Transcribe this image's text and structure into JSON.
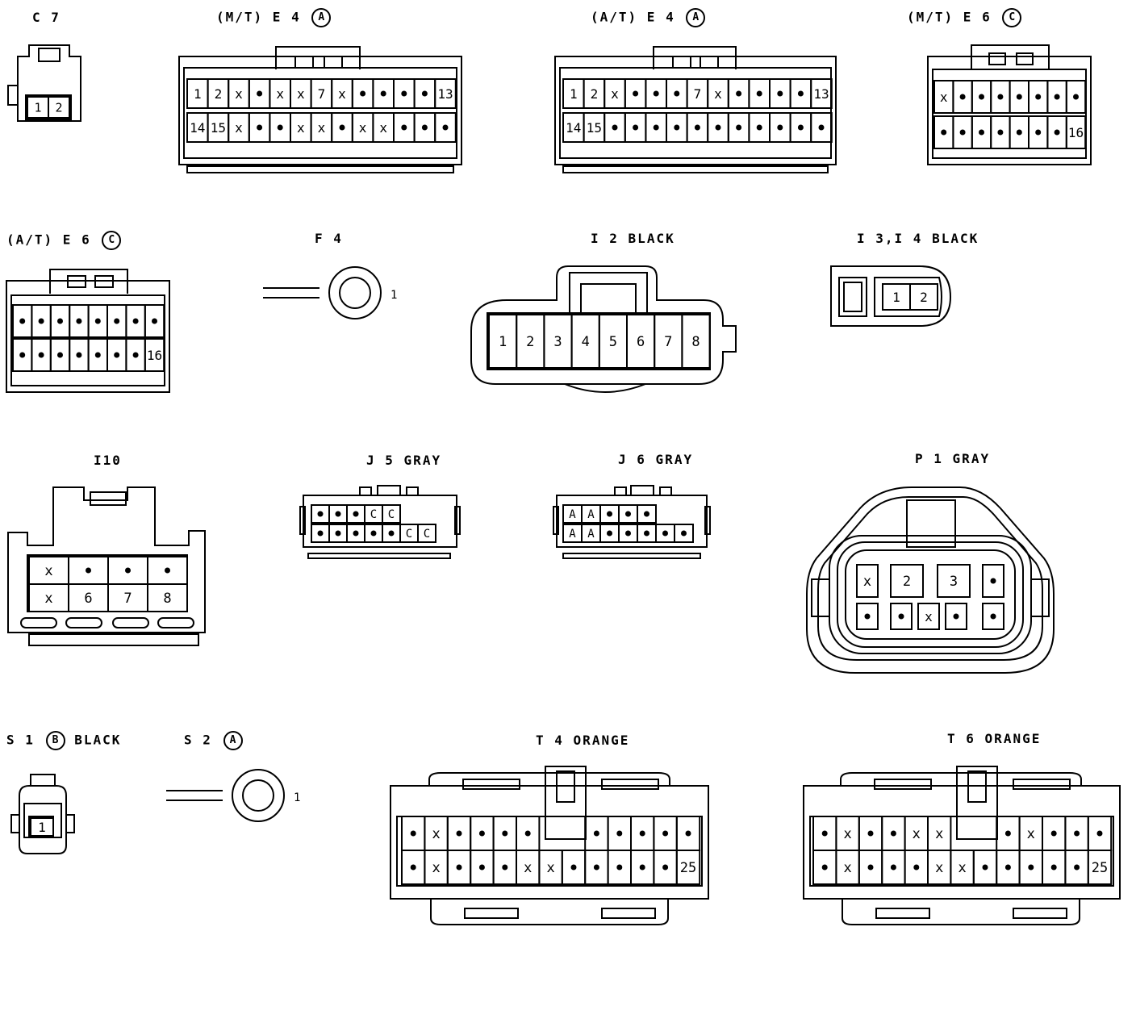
{
  "connectors": [
    {
      "id": "c7",
      "label": "C 7",
      "circle": "",
      "color": "",
      "cols": [
        [
          "1"
        ],
        [
          "2"
        ]
      ]
    },
    {
      "id": "e4mt",
      "label": "(M/T) E 4",
      "circle": "A",
      "color": "",
      "row1": [
        "1",
        "2",
        "x",
        "•",
        "x",
        "x",
        "7",
        "x",
        "•",
        "•",
        "•",
        "•",
        "13"
      ],
      "row2": [
        "14",
        "15",
        "x",
        "•",
        "•",
        "x",
        "x",
        "•",
        "x",
        "x",
        "•",
        "•",
        "•"
      ]
    },
    {
      "id": "e4at",
      "label": "(A/T) E 4",
      "circle": "A",
      "color": "",
      "row1": [
        "1",
        "2",
        "x",
        "•",
        "•",
        "•",
        "7",
        "x",
        "•",
        "•",
        "•",
        "•",
        "13"
      ],
      "row2": [
        "14",
        "15",
        "•",
        "•",
        "•",
        "•",
        "•",
        "•",
        "•",
        "•",
        "•",
        "•",
        "•"
      ]
    },
    {
      "id": "e6mt",
      "label": "(M/T) E 6",
      "circle": "C",
      "color": "",
      "row1": [
        "x",
        "•",
        "•",
        "•",
        "•",
        "•",
        "•",
        "•"
      ],
      "row2": [
        "•",
        "•",
        "•",
        "•",
        "•",
        "•",
        "•",
        "16"
      ]
    },
    {
      "id": "e6at",
      "label": "(A/T) E 6",
      "circle": "C",
      "color": "",
      "row1": [
        "•",
        "•",
        "•",
        "•",
        "•",
        "•",
        "•",
        "•"
      ],
      "row2": [
        "•",
        "•",
        "•",
        "•",
        "•",
        "•",
        "•",
        "16"
      ]
    },
    {
      "id": "f4",
      "label": "F 4",
      "circle": "",
      "color": "",
      "pin": "1"
    },
    {
      "id": "i2",
      "label": "I 2",
      "circle": "",
      "color": "BLACK",
      "row1": [
        "1",
        "2",
        "3",
        "4",
        "5",
        "6",
        "7",
        "8"
      ]
    },
    {
      "id": "i3i4",
      "label": "I 3,I 4",
      "circle": "",
      "color": "BLACK",
      "row1": [
        "1",
        "2"
      ]
    },
    {
      "id": "i10",
      "label": "I10",
      "circle": "",
      "color": "",
      "row1": [
        "x",
        "•",
        "•",
        "•"
      ],
      "row2": [
        "x",
        "6",
        "7",
        "8"
      ]
    },
    {
      "id": "j5",
      "label": "J 5",
      "circle": "",
      "color": "GRAY",
      "row1": [
        "•",
        "•",
        "•",
        "C",
        "C"
      ],
      "row2": [
        "•",
        "•",
        "•",
        "•",
        "•",
        "C",
        "C"
      ]
    },
    {
      "id": "j6",
      "label": "J 6",
      "circle": "",
      "color": "GRAY",
      "row1": [
        "A",
        "A",
        "•",
        "•",
        "•"
      ],
      "row2": [
        "A",
        "A",
        "•",
        "•",
        "•",
        "•",
        "•"
      ]
    },
    {
      "id": "p1",
      "label": "P 1",
      "circle": "",
      "color": "GRAY",
      "row1": [
        "x",
        "2",
        "3",
        "•"
      ],
      "row2": [
        "•",
        "•",
        "x",
        "•",
        "•"
      ]
    },
    {
      "id": "s1",
      "label": "S 1",
      "circle": "B",
      "color": "BLACK",
      "row1": [
        "1"
      ]
    },
    {
      "id": "s2",
      "label": "S 2",
      "circle": "A",
      "color": "",
      "pin": "1"
    },
    {
      "id": "t4",
      "label": "T 4",
      "circle": "",
      "color": "ORANGE",
      "row1": [
        "•",
        "x",
        "•",
        "•",
        "•",
        "•",
        "",
        "",
        "•",
        "•",
        "•",
        "•",
        "•"
      ],
      "row2": [
        "•",
        "x",
        "•",
        "•",
        "•",
        "x",
        "x",
        "•",
        "•",
        "•",
        "•",
        "•",
        "25"
      ]
    },
    {
      "id": "t6",
      "label": "T 6",
      "circle": "",
      "color": "ORANGE",
      "row1": [
        "•",
        "x",
        "•",
        "•",
        "x",
        "x",
        "",
        "",
        "•",
        "x",
        "•",
        "•",
        "•"
      ],
      "row2": [
        "•",
        "x",
        "•",
        "•",
        "•",
        "x",
        "x",
        "•",
        "•",
        "•",
        "•",
        "•",
        "25"
      ]
    }
  ]
}
